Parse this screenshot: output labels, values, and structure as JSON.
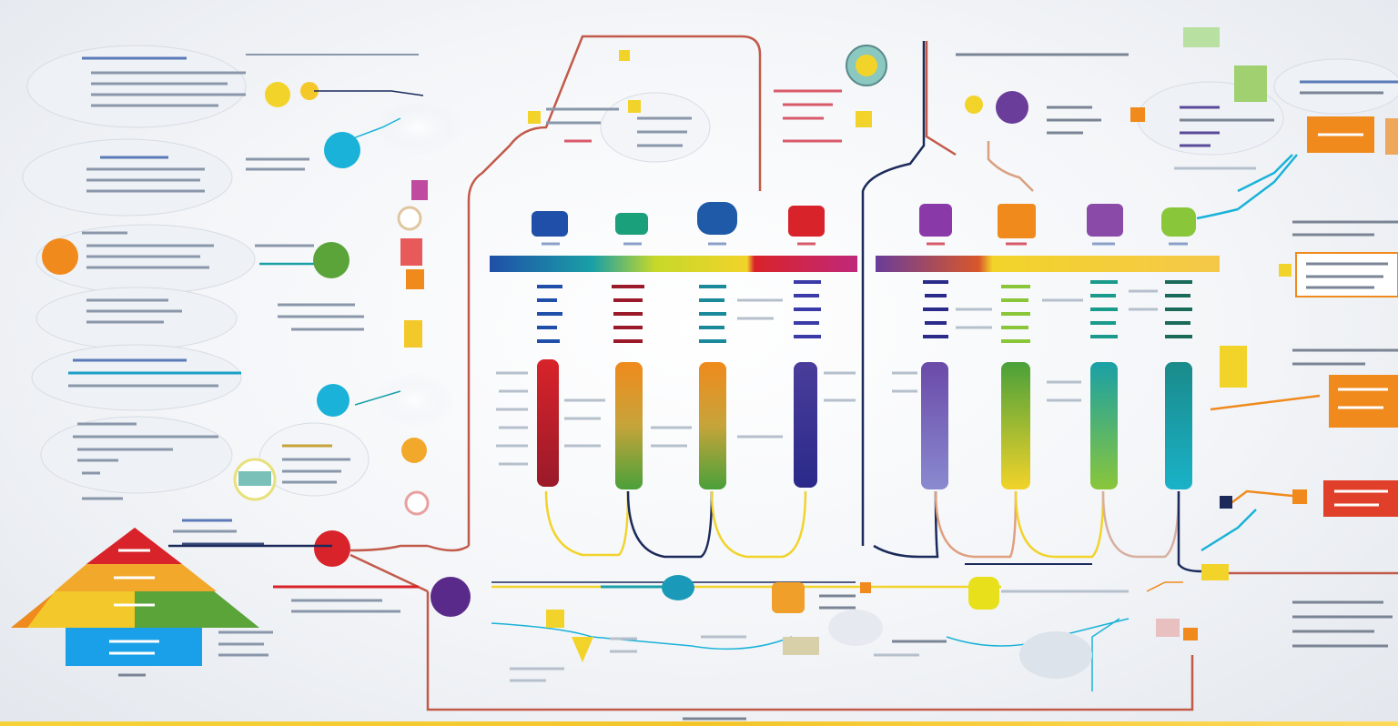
{
  "palette": {
    "blue": "#1f4fa8",
    "teal": "#1aa0a6",
    "green": "#5aa43a",
    "yellow": "#f2d32a",
    "orange": "#f08a1c",
    "red": "#d8232a",
    "magenta": "#c0287a",
    "purple": "#6a3d9a",
    "navy": "#1b2a5a",
    "cyan": "#1ab2d8",
    "grey_text": "#9aa3b0",
    "line_red": "#c25a4a"
  },
  "pipeline_groups": [
    {
      "name": "left-group",
      "columns": [
        "blue",
        "teal",
        "red",
        "purple"
      ]
    },
    {
      "name": "right-group",
      "columns": [
        "purple",
        "green",
        "teal",
        "green"
      ]
    }
  ],
  "icons": [
    "sun-icon",
    "cloud-icon",
    "bulb-icon",
    "gear-icon",
    "pyramid-icon",
    "node-icon"
  ]
}
